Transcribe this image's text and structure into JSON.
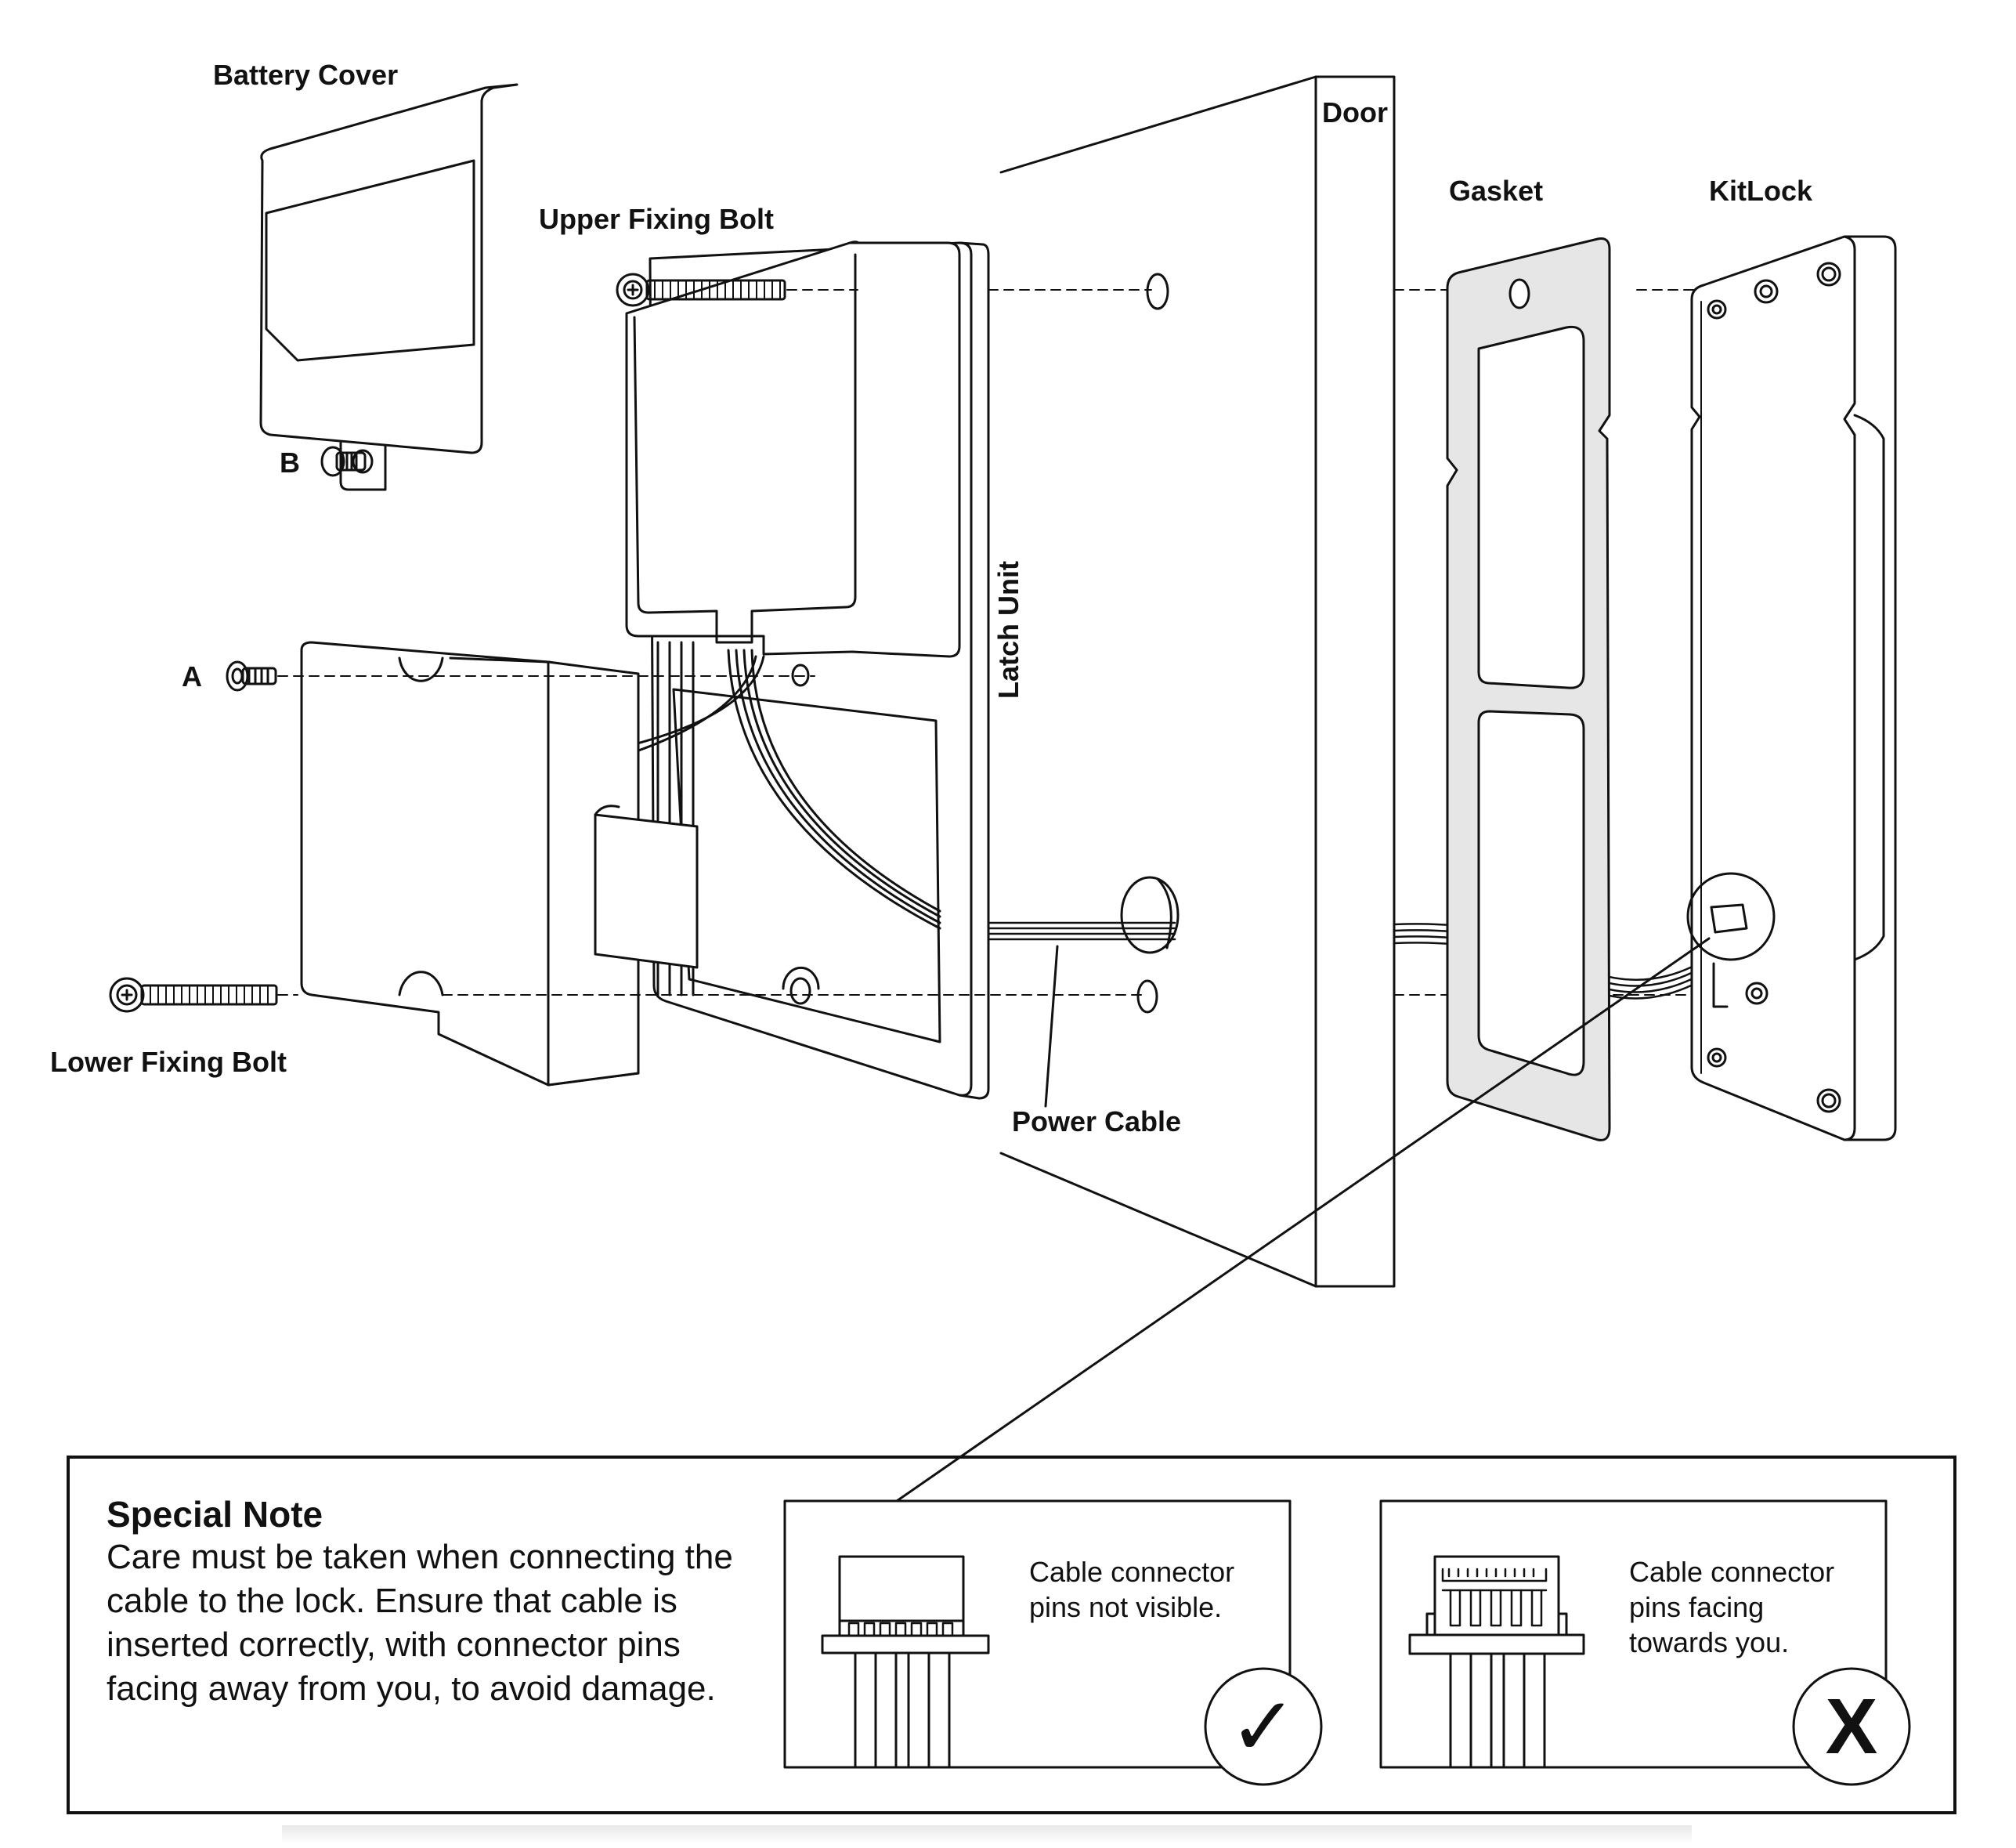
{
  "labels": {
    "battery_cover": "Battery Cover",
    "upper_fixing_bolt": "Upper Fixing Bolt",
    "door": "Door",
    "gasket": "Gasket",
    "kitlock": "KitLock",
    "b": "B",
    "a": "A",
    "latch_unit": "Latch Unit",
    "lower_fixing_bolt": "Lower Fixing Bolt",
    "power_cable": "Power Cable"
  },
  "note": {
    "title": "Special Note",
    "body": "Care must be taken when connecting the cable to the lock. Ensure that cable is inserted correctly, with connector pins facing away from you, to avoid damage.",
    "correct_panel": {
      "text_line1": "Cable connector",
      "text_line2": "pins not visible.",
      "symbol": "✓"
    },
    "incorrect_panel": {
      "text_line1": "Cable connector",
      "text_line2": "pins facing",
      "text_line3": "towards you.",
      "symbol": "X"
    }
  },
  "colors": {
    "ink": "#111111",
    "gasket_fill": "#e6e6e6",
    "background": "#ffffff"
  }
}
